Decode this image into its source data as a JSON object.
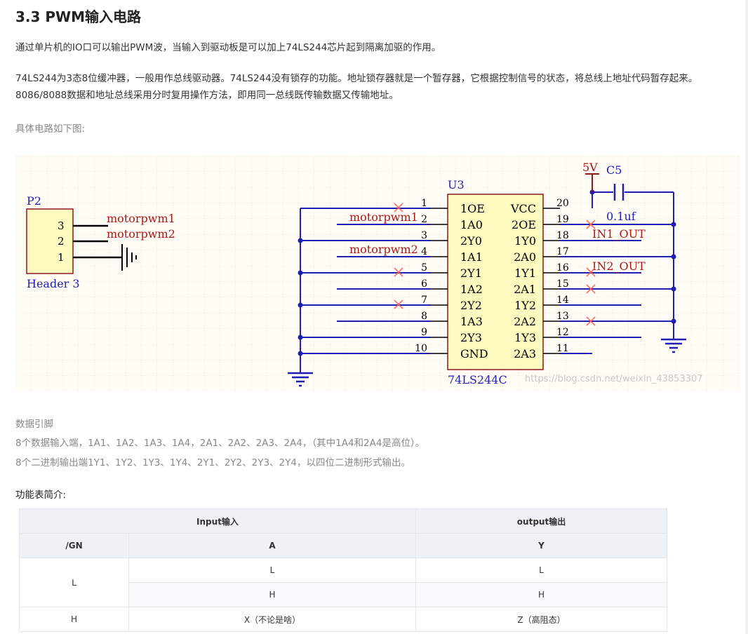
{
  "heading": "3.3 PWM输入电路",
  "paragraphs": {
    "p1": "通过单片机的IO口可以输出PWM波，当输入到驱动板是可以加上74LS244芯片起到隔离加驱的作用。",
    "p2": "74LS244为3态8位缓冲器，一般用作总线驱动器。74LS244没有锁存的功能。地址锁存器就是一个暂存器，它根据控制信号的状态，将总线上地址代码暂存起来。8086/8088数据和地址总线采用分时复用操作方法，即用同一总线既传输数据又传输地址。",
    "p3": "具体电路如下图:",
    "p4": "数据引脚",
    "p5": "8个数据输入端，1A1、1A2、1A3、1A4，2A1、2A2、2A3、2A4，（其中1A4和2A4是高位）。",
    "p6": "8个二进制输出端1Y1、1Y2、1Y3、1Y4、2Y1、2Y2、2Y3、2Y4，以四位二进制形式输出。",
    "p7": "功能表简介:"
  },
  "schematic": {
    "header_ref": "P2",
    "header_name": "Header 3",
    "header_pins": [
      "3",
      "2",
      "1"
    ],
    "net_pwm1": "motorpwm1",
    "net_pwm2": "motorpwm2",
    "chip_ref": "U3",
    "chip_part": "74LS244C",
    "left_pin_nums": [
      "1",
      "2",
      "3",
      "4",
      "5",
      "6",
      "7",
      "8",
      "9",
      "10"
    ],
    "left_pin_names": [
      "1OE",
      "1A0",
      "2Y0",
      "1A1",
      "2Y1",
      "1A2",
      "2Y2",
      "1A3",
      "2Y3",
      "GND"
    ],
    "right_pin_nums": [
      "20",
      "19",
      "18",
      "17",
      "16",
      "15",
      "14",
      "13",
      "12",
      "11"
    ],
    "right_pin_names": [
      "VCC",
      "2OE",
      "1Y0",
      "2A0",
      "1Y1",
      "2A1",
      "1Y2",
      "2A2",
      "1Y3",
      "2A3"
    ],
    "power_label": "5V",
    "cap_ref": "C5",
    "cap_value": "0.1uf",
    "out1": "IN1_OUT",
    "out2": "IN2_OUT",
    "watermark": "https://blog.csdn.net/weixin_43853307"
  },
  "table": {
    "group_input": "Input输入",
    "group_output": "output输出",
    "col_gn": "/GN",
    "col_a": "A",
    "col_y": "Y",
    "r1_gn": "L",
    "r1a_a": "L",
    "r1a_y": "L",
    "r1b_a": "H",
    "r1b_y": "H",
    "r2_gn": "H",
    "r2_a": "X（不论是啥）",
    "r2_y": "Z（高阻态）"
  },
  "colors": {
    "schematic_bg": "#fffcf6",
    "grid": "#ece4d2",
    "wire": "#1f1fb4",
    "label_red": "#b01616",
    "chip_fill": "#fffac0",
    "no_connect": "#ff5a5a"
  }
}
